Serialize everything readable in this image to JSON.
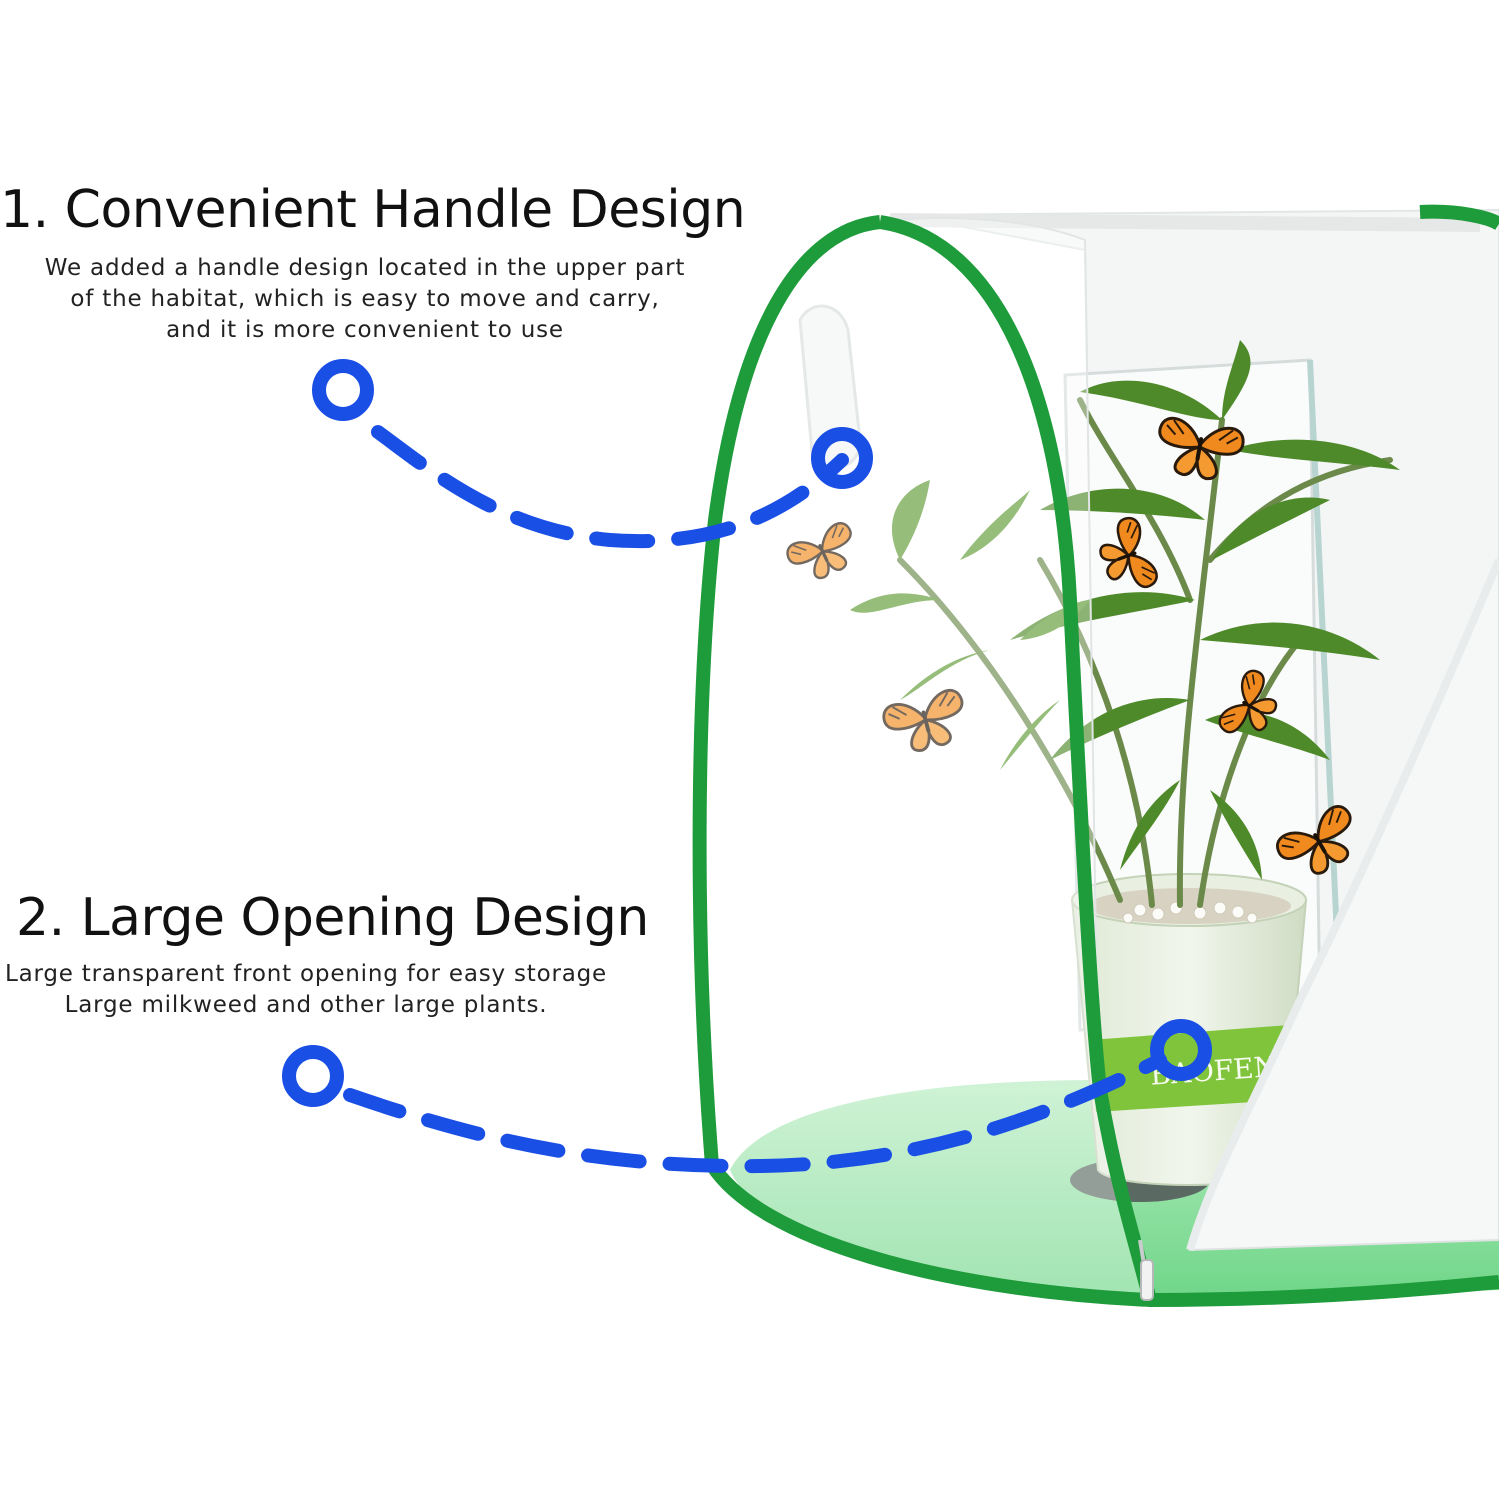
{
  "features": [
    {
      "title": "1. Convenient Handle Design",
      "lines": [
        "We added a handle design located in the upper part",
        "of the habitat, which is easy to move and carry,",
        "and it is more convenient to use"
      ]
    },
    {
      "title": "2. Large Opening Design",
      "lines": [
        "Large transparent front opening for easy storage",
        "Large milkweed and other large plants."
      ]
    }
  ],
  "pot_label": "BAOFENG",
  "icons": {
    "callout_marker": "ring-marker-icon",
    "butterfly": "monarch-butterfly-icon"
  },
  "colors": {
    "callout_blue": "#1a4fe6",
    "frame_green": "#1e9b3a",
    "mesh_floor": "#8fe0a0",
    "butterfly_orange": "#f08a1e"
  }
}
